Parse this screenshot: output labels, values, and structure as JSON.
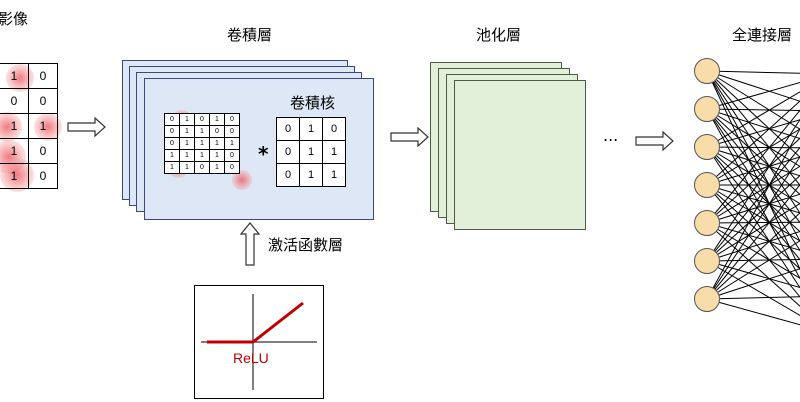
{
  "labels": {
    "input_partial": "影像",
    "conv_layer": "卷積層",
    "kernel": "卷積核",
    "pooling_layer": "池化層",
    "fc_partial": "全連接層",
    "activation_layer": "激活函數層",
    "relu": "ReLU",
    "ellipsis": "...",
    "conv_operator": "*"
  },
  "input_grid": [
    [
      "1",
      "0"
    ],
    [
      "0",
      "0"
    ],
    [
      "1",
      "1"
    ],
    [
      "1",
      "0"
    ],
    [
      "1",
      "0"
    ]
  ],
  "conv_grid": [
    [
      "0",
      "1",
      "0",
      "1",
      "0"
    ],
    [
      "0",
      "1",
      "1",
      "0",
      "0"
    ],
    [
      "0",
      "1",
      "1",
      "1",
      "1"
    ],
    [
      "1",
      "1",
      "1",
      "1",
      "0"
    ],
    [
      "1",
      "1",
      "0",
      "1",
      "0"
    ]
  ],
  "kernel_grid": [
    [
      "0",
      "1",
      "0"
    ],
    [
      "0",
      "1",
      "1"
    ],
    [
      "0",
      "1",
      "1"
    ]
  ],
  "fc_nodes": 7,
  "colors": {
    "conv_fill": "#dde7f6",
    "conv_border": "#3b4a7a",
    "pool_fill": "#e2efd9",
    "node_fill": "#f8dcaa",
    "relu_line": "#c00000",
    "highlight": "#eb505a"
  }
}
